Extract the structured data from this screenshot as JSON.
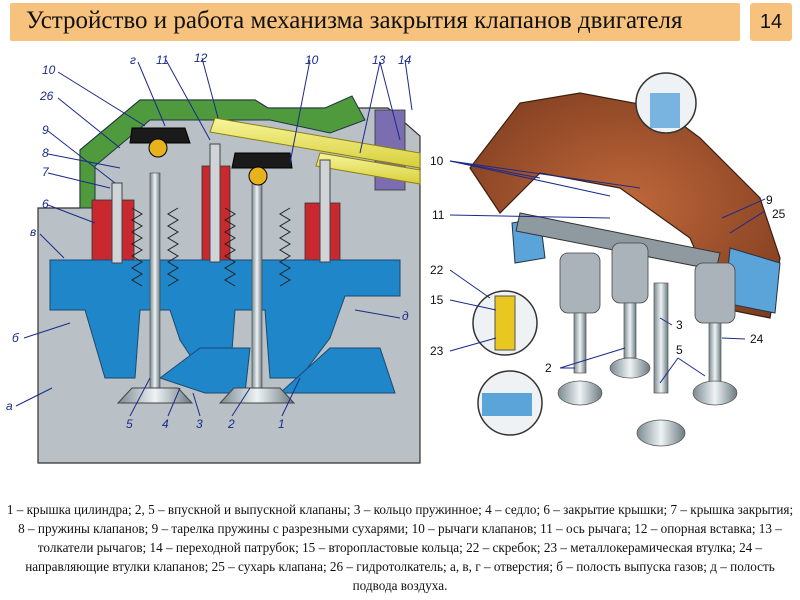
{
  "header": {
    "title": "Устройство и работа механизма закрытия клапанов двигателя",
    "page_number": "14"
  },
  "diagram": {
    "left_labels": {
      "l10": "10",
      "lg": "г",
      "l11": "11",
      "l12": "12",
      "l10b": "10",
      "l13": "13",
      "l14": "14",
      "l26": "26",
      "l9": "9",
      "l8": "8",
      "l7": "7",
      "l6": "6",
      "lv": "в",
      "lb": "б",
      "la": "а",
      "ld": "д",
      "l5": "5",
      "l4": "4",
      "l3": "3",
      "l2": "2",
      "l1": "1"
    },
    "right_labels": {
      "r10": "10",
      "r11": "11",
      "r9": "9",
      "r25": "25",
      "r22": "22",
      "r15": "15",
      "r23": "23",
      "r3": "3",
      "r24": "24",
      "r2": "2",
      "r5": "5"
    }
  },
  "caption": {
    "text": "1 – крышка цилиндра; 2, 5 – впускной и выпускной клапаны; 3 – кольцо пружинное; 4 – седло; 6 – закрытие крышки; 7 – крышка закрытия; 8 – пружины клапанов; 9 – тарелка пружины с разрезными сухарями; 10 – рычаги клапанов; 11 – ось рычага; 12 – опорная вставка; 13 – толкатели рычагов; 14 – переходной патрубок; 15 – второпластовые кольца; 22 – скребок; 23 – металлокерамическая втулка; 24 – направляющие втулки клапанов; 25 – сухарь клапана; 26 – гидротолкатель; а, в, г – отверстия; б – полость выпуска газов; д – полость подвода воздуха."
  }
}
